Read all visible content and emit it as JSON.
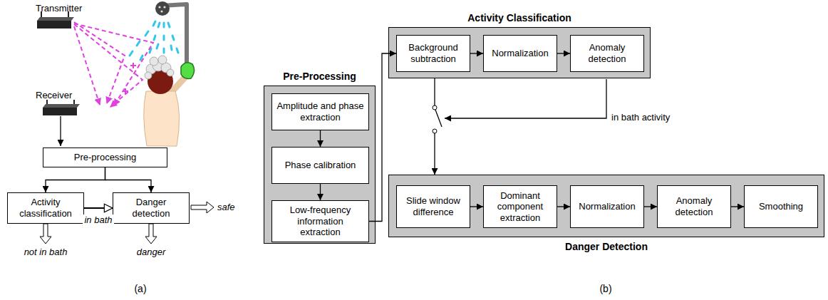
{
  "diagram": {
    "nodes": [
      {
        "text": [
          "Pre-processing"
        ]
      },
      {
        "text": [
          "Activity classification"
        ]
      },
      {
        "text": [
          "Danger detection"
        ]
      },
      {
        "text": [
          "Pre-Processing"
        ]
      },
      {
        "text": [
          "Amplitude and phase extraction"
        ],
        "in": 3
      },
      {
        "text": [
          "Phase calibration"
        ],
        "in": 3
      },
      {
        "text": [
          "Low-frequency information extraction"
        ],
        "in": 3
      },
      {
        "text": [
          "Activity Classification"
        ]
      },
      {
        "text": [
          "Background subtraction"
        ],
        "in": 7
      },
      {
        "text": [
          "Normalization"
        ],
        "in": 7
      },
      {
        "text": [
          "Anomaly detection"
        ],
        "in": 7
      },
      {
        "text": [
          "Danger Detection"
        ]
      },
      {
        "text": [
          "Slide window difference"
        ],
        "in": 11
      },
      {
        "text": [
          "Dominant component extraction"
        ],
        "in": 11
      },
      {
        "text": [
          "Normalization"
        ],
        "in": 11
      },
      {
        "text": [
          "Anomaly detection"
        ],
        "in": 11
      },
      {
        "text": [
          "Smoothing"
        ],
        "in": 11
      }
    ],
    "edges": [
      {
        "from": 0,
        "to": 1,
        "arrow": "to"
      },
      {
        "from": 0,
        "to": 2,
        "arrow": "to"
      },
      {
        "from": 1,
        "to": 2,
        "label": "in bath",
        "arrow": "to"
      },
      {
        "from": 4,
        "to": 5,
        "arrow": "to"
      },
      {
        "from": 5,
        "to": 6,
        "arrow": "to"
      },
      {
        "from": 6,
        "to": 8,
        "arrow": "to"
      },
      {
        "from": 8,
        "to": 9,
        "arrow": "to"
      },
      {
        "from": 9,
        "to": 10,
        "arrow": "to"
      },
      {
        "from": 7,
        "to": 11,
        "arrow": "to"
      },
      {
        "from": 12,
        "to": 13,
        "arrow": "to"
      },
      {
        "from": 13,
        "to": 14,
        "arrow": "to"
      },
      {
        "from": 14,
        "to": 15,
        "arrow": "to"
      },
      {
        "from": 15,
        "to": 16,
        "arrow": "to"
      }
    ],
    "labels": [
      "Transmitter",
      "Receiver",
      "not in bath",
      "danger",
      "safe",
      "in bath activity",
      "(a)",
      "(b)"
    ]
  }
}
